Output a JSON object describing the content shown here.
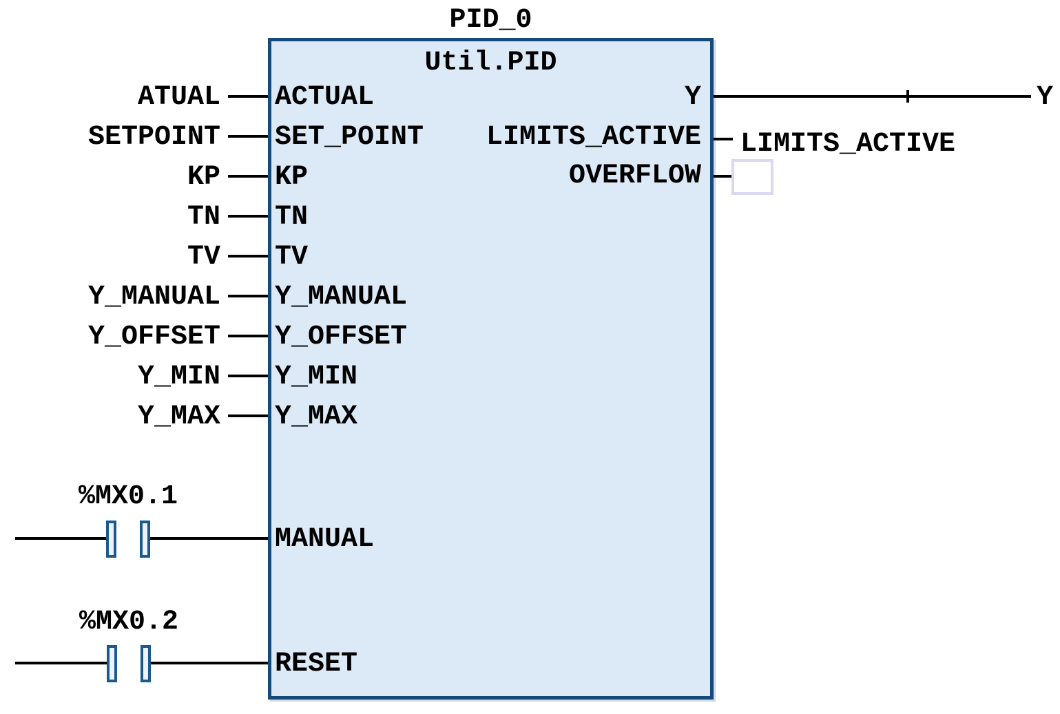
{
  "diagram": {
    "editor": "function-block-diagram",
    "instance_name": "PID_0",
    "function_block_type": "Util.PID",
    "inputs": [
      {
        "external": "ATUAL",
        "pin": "ACTUAL"
      },
      {
        "external": "SETPOINT",
        "pin": "SET_POINT"
      },
      {
        "external": "KP",
        "pin": "KP"
      },
      {
        "external": "TN",
        "pin": "TN"
      },
      {
        "external": "TV",
        "pin": "TV"
      },
      {
        "external": "Y_MANUAL",
        "pin": "Y_MANUAL"
      },
      {
        "external": "Y_OFFSET",
        "pin": "Y_OFFSET"
      },
      {
        "external": "Y_MIN",
        "pin": "Y_MIN"
      },
      {
        "external": "Y_MAX",
        "pin": "Y_MAX"
      }
    ],
    "contact_inputs": [
      {
        "address": "%MX0.1",
        "pin": "MANUAL",
        "contact_type": "normally-open"
      },
      {
        "address": "%MX0.2",
        "pin": "RESET",
        "contact_type": "normally-open"
      }
    ],
    "outputs": [
      {
        "pin": "Y",
        "external": "Y"
      },
      {
        "pin": "LIMITS_ACTIVE",
        "external": "LIMITS_ACTIVE"
      },
      {
        "pin": "OVERFLOW",
        "external": ""
      }
    ],
    "colors": {
      "block_fill": "#dce9f6",
      "block_border": "#164a7b",
      "wire": "#000000",
      "contact_stroke": "#1b5a8e",
      "contact_fill": "#edf2fb",
      "unassigned_operand_border": "#d9daf0",
      "text": "#000000"
    }
  }
}
